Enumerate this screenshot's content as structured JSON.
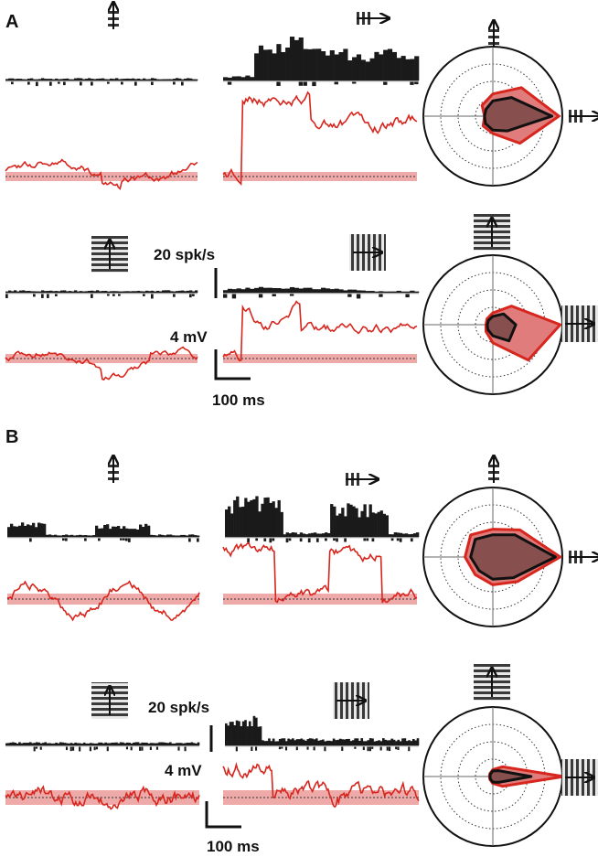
{
  "figure": {
    "panel_a_label": "A",
    "panel_b_label": "B",
    "scale_rate": "20 spk/s",
    "scale_voltage": "4 mV",
    "scale_time": "100 ms"
  },
  "colors": {
    "spikes": "#1a1a1a",
    "vm_trace": "#d7261e",
    "vm_band": "#eb9a9a",
    "polar_vm_fill": "#e07c7c",
    "polar_vm_edge": "#d7261e",
    "polar_spike_fill": "#6b4040",
    "polar_spike_edge": "#111111"
  },
  "stimuli": {
    "apparent_motion_vertical": "up-arrow-icon",
    "apparent_motion_horizontal": "right-arrow-icon",
    "grating_vertical_motion": "horizontal-grating-icon",
    "grating_horizontal_motion": "vertical-grating-icon"
  }
}
